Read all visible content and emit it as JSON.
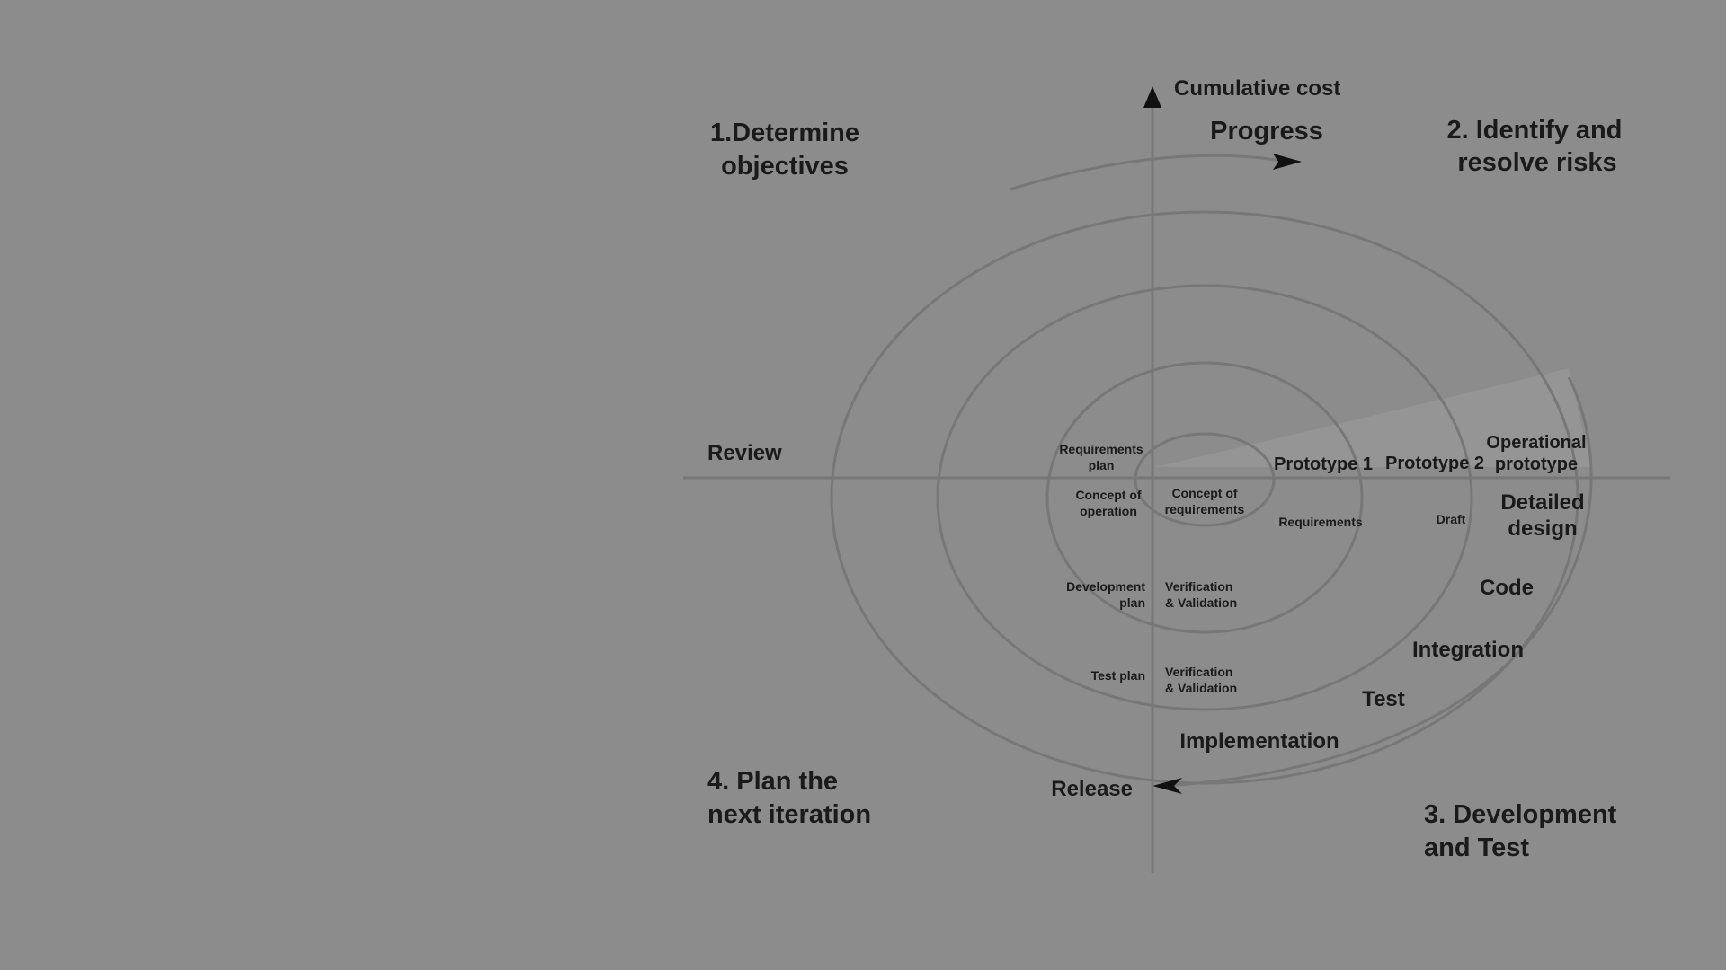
{
  "quadrants": {
    "q1": [
      "1.Determine",
      "objectives"
    ],
    "q2": [
      "2. Identify and",
      "resolve risks"
    ],
    "q3": [
      "3. Development",
      "and Test"
    ],
    "q4": [
      "4. Plan the",
      "next iteration"
    ]
  },
  "axis": {
    "cumulative_cost": "Cumulative cost",
    "progress": "Progress",
    "review": "Review",
    "release": "Release"
  },
  "labels": {
    "requirements_plan": [
      "Requirements",
      "plan"
    ],
    "concept_of_operation": [
      "Concept of",
      "operation"
    ],
    "concept_of_requirements": [
      "Concept of",
      "requirements"
    ],
    "development_plan": [
      "Development",
      "plan"
    ],
    "verification_validation_1": [
      "Verification",
      "& Validation"
    ],
    "test_plan": "Test plan",
    "verification_validation_2": [
      "Verification",
      "& Validation"
    ],
    "prototype_1": "Prototype 1",
    "prototype_2": "Prototype 2",
    "operational_prototype": [
      "Operational",
      "prototype"
    ],
    "requirements": "Requirements",
    "draft": "Draft",
    "detailed_design": [
      "Detailed",
      "design"
    ],
    "code": "Code",
    "integration": "Integration",
    "test": "Test",
    "implementation": "Implementation"
  },
  "colors": {
    "background": "#8b8c8b",
    "lines": "#777777",
    "text": "#1a1a1a",
    "highlight": "#9a9899"
  }
}
